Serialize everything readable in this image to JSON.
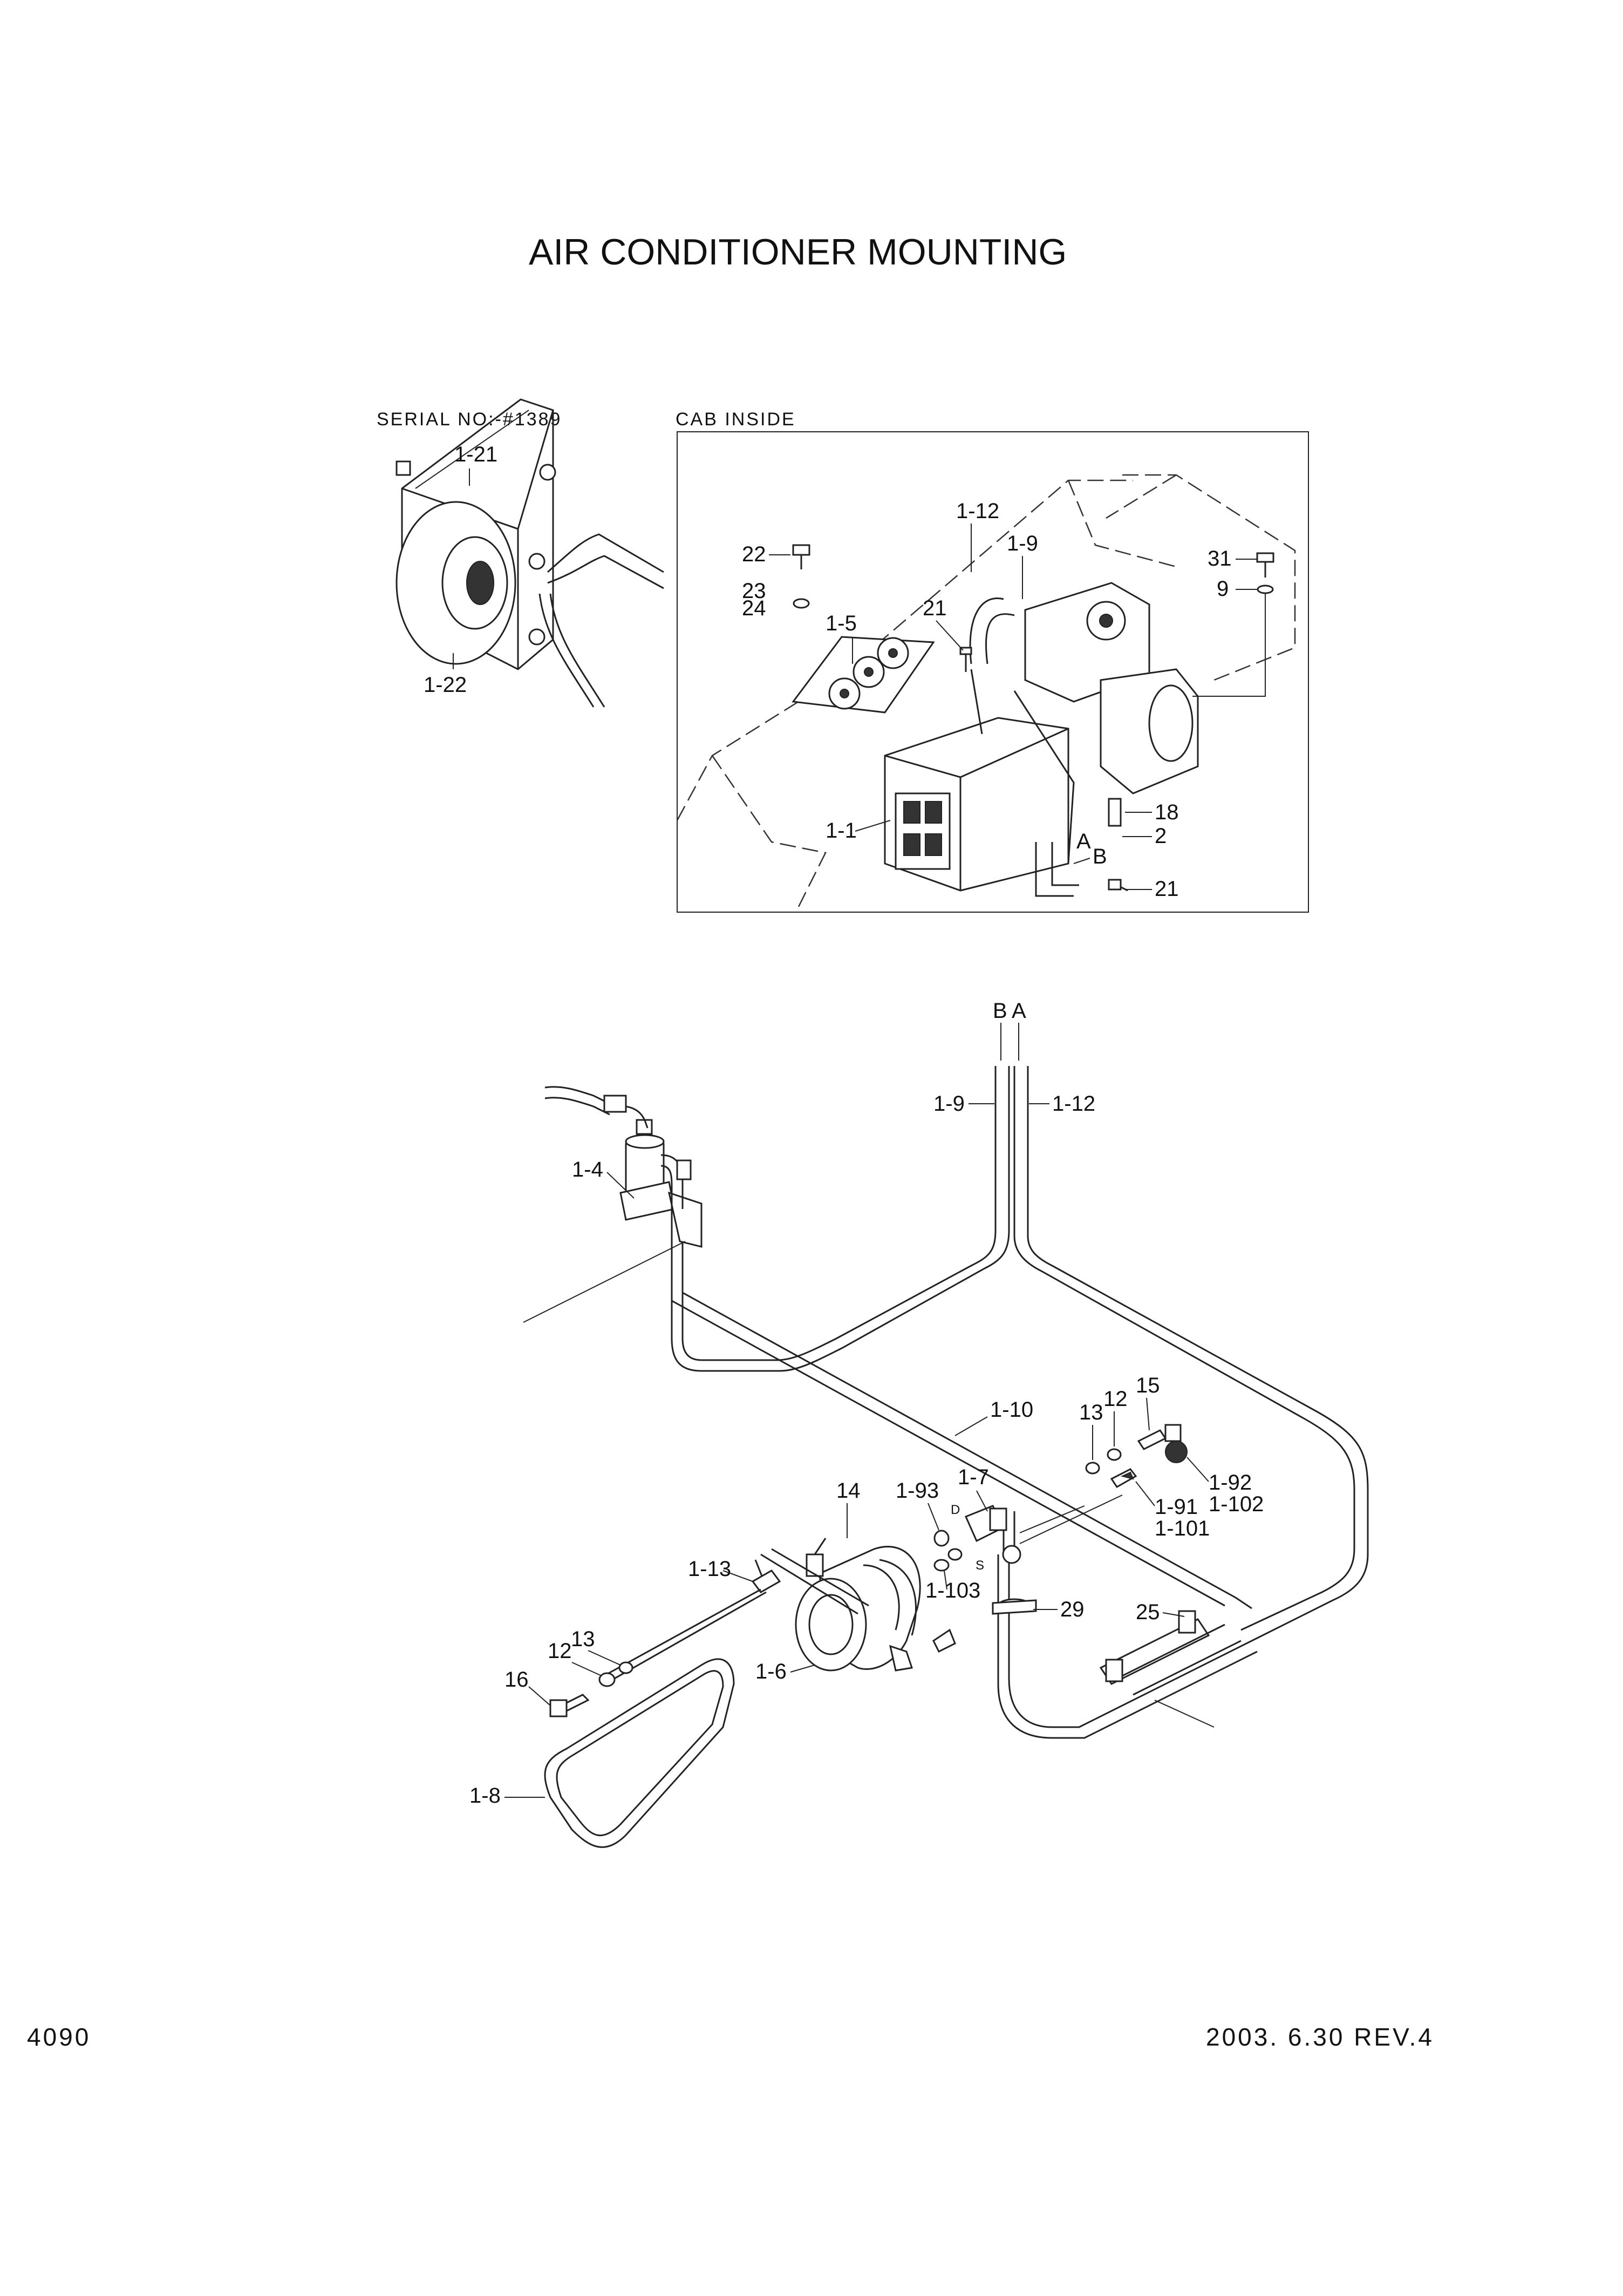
{
  "title": "AIR CONDITIONER MOUNTING",
  "serial_no": "SERIAL NO:-#1389",
  "cab_inside": "CAB INSIDE",
  "page_number": "4090",
  "revision": "2003. 6.30  REV.4",
  "callouts": {
    "c_1_21": "1-21",
    "c_1_22": "1-22",
    "c_1_12_top": "1-12",
    "c_1_9_top": "1-9",
    "c_22": "22",
    "c_23": "23",
    "c_24": "24",
    "c_1_5": "1-5",
    "c_21_top": "21",
    "c_31": "31",
    "c_9": "9",
    "c_1_1": "1-1",
    "c_18": "18",
    "c_2": "2",
    "c_A_top": "A",
    "c_B_top": "B",
    "c_21_bot": "21",
    "c_B_pipe": "B",
    "c_A_pipe": "A",
    "c_1_9_pipe": "1-9",
    "c_1_12_pipe": "1-12",
    "c_1_4": "1-4",
    "c_1_10": "1-10",
    "c_13_right": "13",
    "c_12_right": "12",
    "c_15": "15",
    "c_1_92": "1-92",
    "c_1_102": "1-102",
    "c_1_91": "1-91",
    "c_1_101": "1-101",
    "c_14": "14",
    "c_1_93": "1-93",
    "c_1_7": "1-7",
    "c_D": "D",
    "c_S": "S",
    "c_1_13": "1-13",
    "c_1_103": "1-103",
    "c_29": "29",
    "c_25": "25",
    "c_13_left": "13",
    "c_12_left": "12",
    "c_16": "16",
    "c_1_6": "1-6",
    "c_1_8": "1-8"
  }
}
